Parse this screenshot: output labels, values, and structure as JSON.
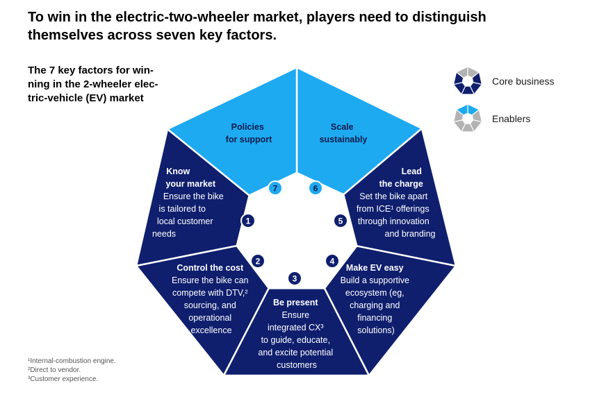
{
  "title": "To win in the electric-two-wheeler market, players need to distinguish themselves across seven key factors.",
  "subtitle": "The 7 key factors for win-ning in the 2-wheeler elec-tric-vehicle (EV) market",
  "subtitle_lines": [
    "The 7 key factors for win-",
    "ning in the 2-wheeler elec-",
    "tric-vehicle (EV) market"
  ],
  "legend": [
    {
      "label": "Core business",
      "color": "#0f1f6e"
    },
    {
      "label": "Enablers",
      "color": "#1eaaf1"
    }
  ],
  "colors": {
    "core": "#0f1f6e",
    "enabler": "#1eaaf1",
    "grey": "#b3b3b3"
  },
  "factors": [
    {
      "number": "1",
      "type": "core",
      "title": "Know your market",
      "title_lines": [
        "Know",
        "your market"
      ],
      "body_lines": [
        "Ensure the bike",
        "is tailored to",
        "local customer",
        "needs"
      ]
    },
    {
      "number": "2",
      "type": "core",
      "title": "Control the cost",
      "title_lines": [
        "Control the cost"
      ],
      "body_lines": [
        "Ensure the bike can",
        "compete with DTV,²",
        "sourcing, and",
        "operational",
        "excellence"
      ]
    },
    {
      "number": "3",
      "type": "core",
      "title": "Be present",
      "title_lines": [
        "Be present"
      ],
      "body_lines": [
        "Ensure",
        "integrated CX³",
        "to guide, educate,",
        "and excite potential",
        "customers"
      ]
    },
    {
      "number": "4",
      "type": "core",
      "title": "Make EV easy",
      "title_lines": [
        "Make EV easy"
      ],
      "body_lines": [
        "Build a supportive",
        "ecosystem (eg,",
        "charging and",
        "financing",
        "solutions)"
      ]
    },
    {
      "number": "5",
      "type": "core",
      "title": "Lead the charge",
      "title_lines": [
        "Lead",
        "the charge"
      ],
      "body_lines": [
        "Set the bike apart",
        "from ICE¹ offerings",
        "through innovation",
        "and branding"
      ]
    },
    {
      "number": "6",
      "type": "enabler",
      "title": "Scale sustainably",
      "title_lines": [
        "Scale",
        "sustainably"
      ],
      "body_lines": []
    },
    {
      "number": "7",
      "type": "enabler",
      "title": "Policies for support",
      "title_lines": [
        "Policies",
        "for support"
      ],
      "body_lines": []
    }
  ],
  "footnotes": [
    "¹Internal-combustion engine.",
    "²Direct to vendor.",
    "³Customer experience."
  ]
}
